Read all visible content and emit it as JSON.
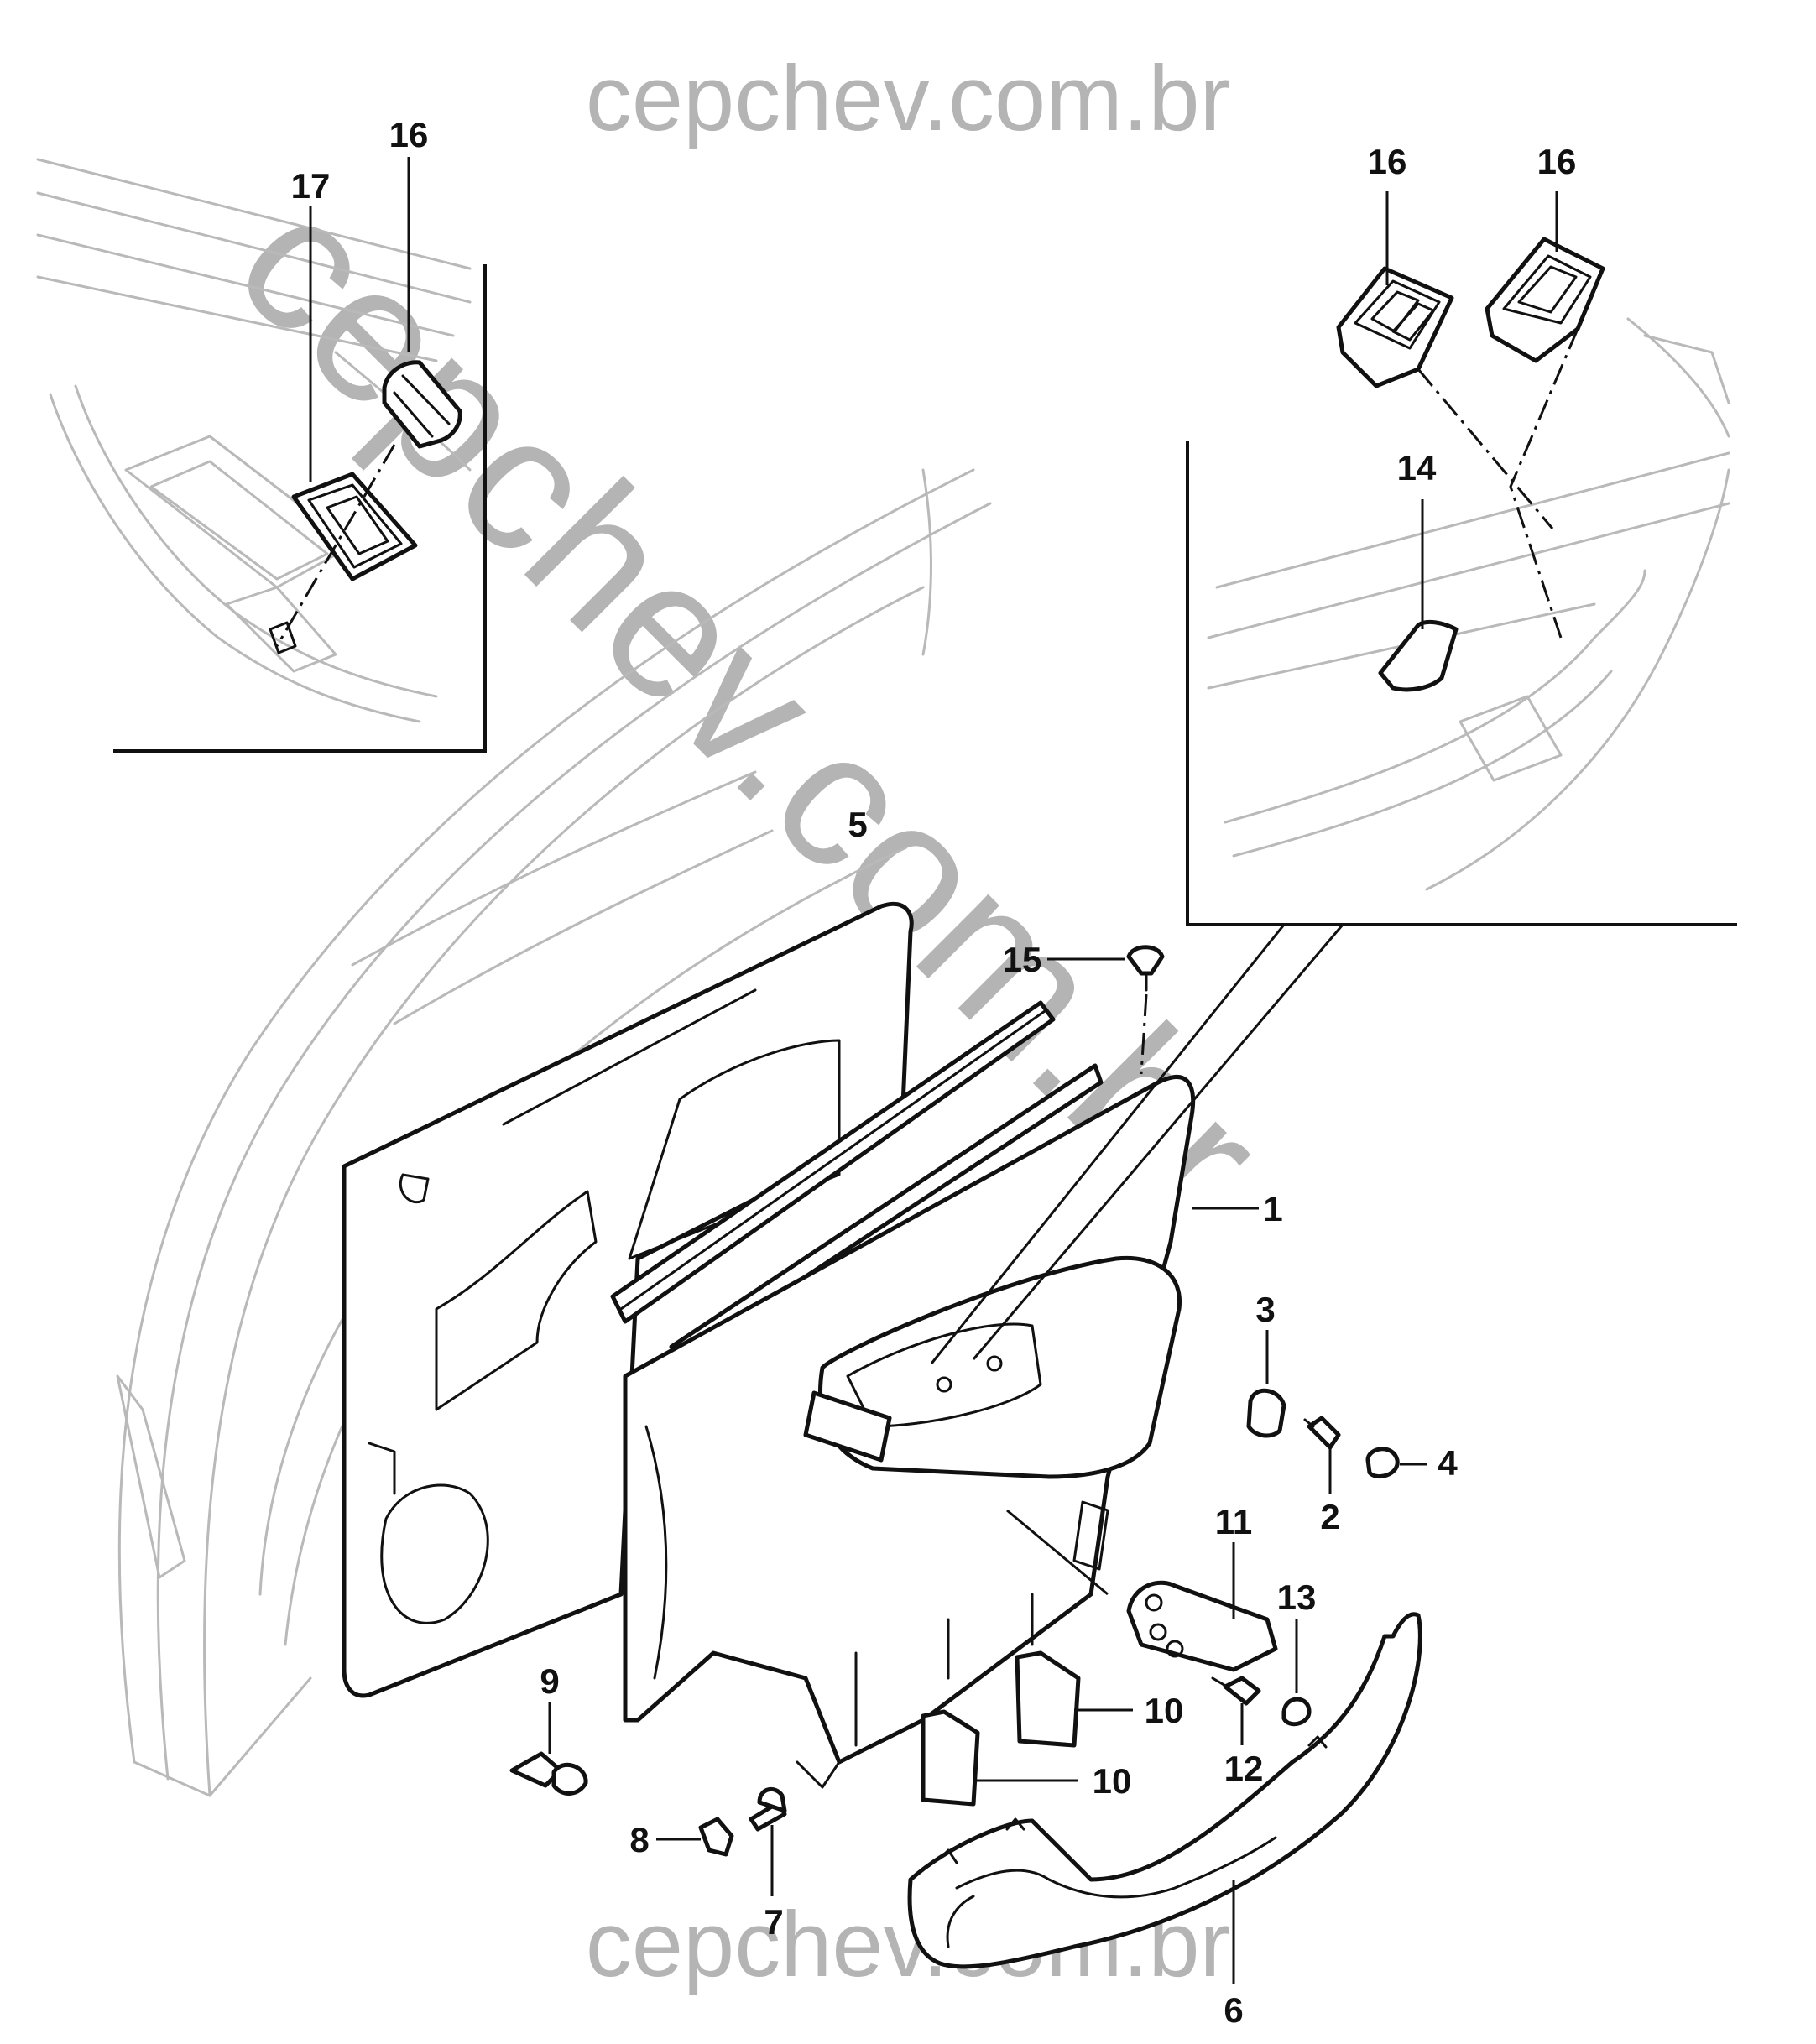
{
  "watermark": {
    "top": "cepchev.com.br",
    "bottom": "cepchev.com.br",
    "diagonal": "cepchev.com.br",
    "color": "#b4b4b4"
  },
  "callouts": [
    {
      "id": "c1",
      "label": "1"
    },
    {
      "id": "c2",
      "label": "2"
    },
    {
      "id": "c3",
      "label": "3"
    },
    {
      "id": "c4",
      "label": "4"
    },
    {
      "id": "c5",
      "label": "5"
    },
    {
      "id": "c6",
      "label": "6"
    },
    {
      "id": "c7",
      "label": "7"
    },
    {
      "id": "c8",
      "label": "8"
    },
    {
      "id": "c9",
      "label": "9"
    },
    {
      "id": "c10a",
      "label": "10"
    },
    {
      "id": "c10b",
      "label": "10"
    },
    {
      "id": "c11",
      "label": "11"
    },
    {
      "id": "c12",
      "label": "12"
    },
    {
      "id": "c13",
      "label": "13"
    },
    {
      "id": "c14",
      "label": "14"
    },
    {
      "id": "c15",
      "label": "15"
    },
    {
      "id": "c16a",
      "label": "16"
    },
    {
      "id": "c16b",
      "label": "16"
    },
    {
      "id": "c16c",
      "label": "16"
    },
    {
      "id": "c17",
      "label": "17"
    }
  ]
}
